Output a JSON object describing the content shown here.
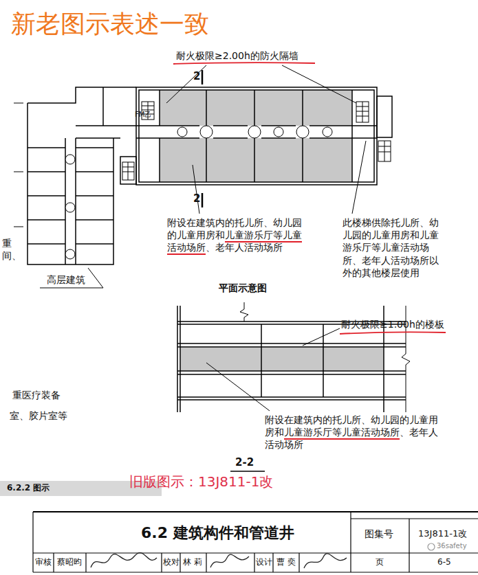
{
  "diagram": {
    "title": "新老图示表述一致",
    "labels": [
      "耐火极限≥2.00h的防火隔墙",
      "2",
      "2",
      "FM乙",
      "附设在建筑内的托儿所、幼儿园的儿童用房和儿童游乐厅等儿童活动场所、老年人活动场所",
      "此楼梯供除托儿所、幼儿园的儿童用房和儿童游乐厅等儿童活动场所、老年人活动场所以外的其他楼层使用",
      "高层建筑",
      "平面示意图",
      "重",
      "间、",
      "耐火极限≥1.00h的楼板",
      "附设在建筑内的托儿所、幼儿园的儿童用房和儿童游乐厅等儿童活动场所、老年人活动场所",
      "重医疗装备",
      "室、胶片室等",
      "2-2",
      "旧版图示：13J811-1改",
      "6.2.2 图示",
      "6.2 建筑构件和管道井",
      "图集号",
      "13J811-1改",
      "审核",
      "蔡昭昀",
      "校对",
      "林 莉",
      "设计",
      "曹 奕",
      "页",
      "6-5",
      "36safety"
    ]
  }
}
